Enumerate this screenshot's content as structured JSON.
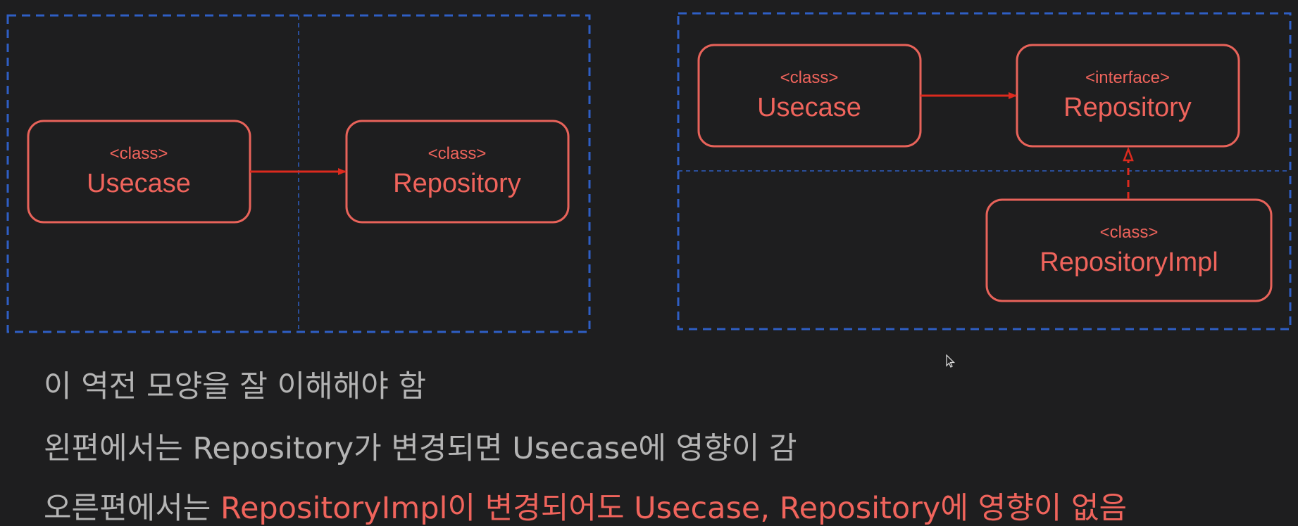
{
  "colors": {
    "background": "#1e1e1f",
    "node_stroke": "#e8635a",
    "node_text": "#f0645c",
    "arrow": "#dc2a1e",
    "boundary": "#2f5fc4",
    "note_text": "#b4b4b4",
    "note_highlight": "#f0645c"
  },
  "left_diagram": {
    "usecase": {
      "stereotype": "<class>",
      "name": "Usecase"
    },
    "repository": {
      "stereotype": "<class>",
      "name": "Repository"
    }
  },
  "right_diagram": {
    "usecase": {
      "stereotype": "<class>",
      "name": "Usecase"
    },
    "repository": {
      "stereotype": "<interface>",
      "name": "Repository"
    },
    "repository_impl": {
      "stereotype": "<class>",
      "name": "RepositoryImpl"
    }
  },
  "notes": {
    "line1": "이 역전 모양을 잘 이해해야 함",
    "line2": "왼편에서는 Repository가 변경되면 Usecase에 영향이 감",
    "line3_prefix": "오른편에서는 ",
    "line3_highlight": "RepositoryImpl이 변경되어도 Usecase, Repository에 영향이 없음"
  }
}
